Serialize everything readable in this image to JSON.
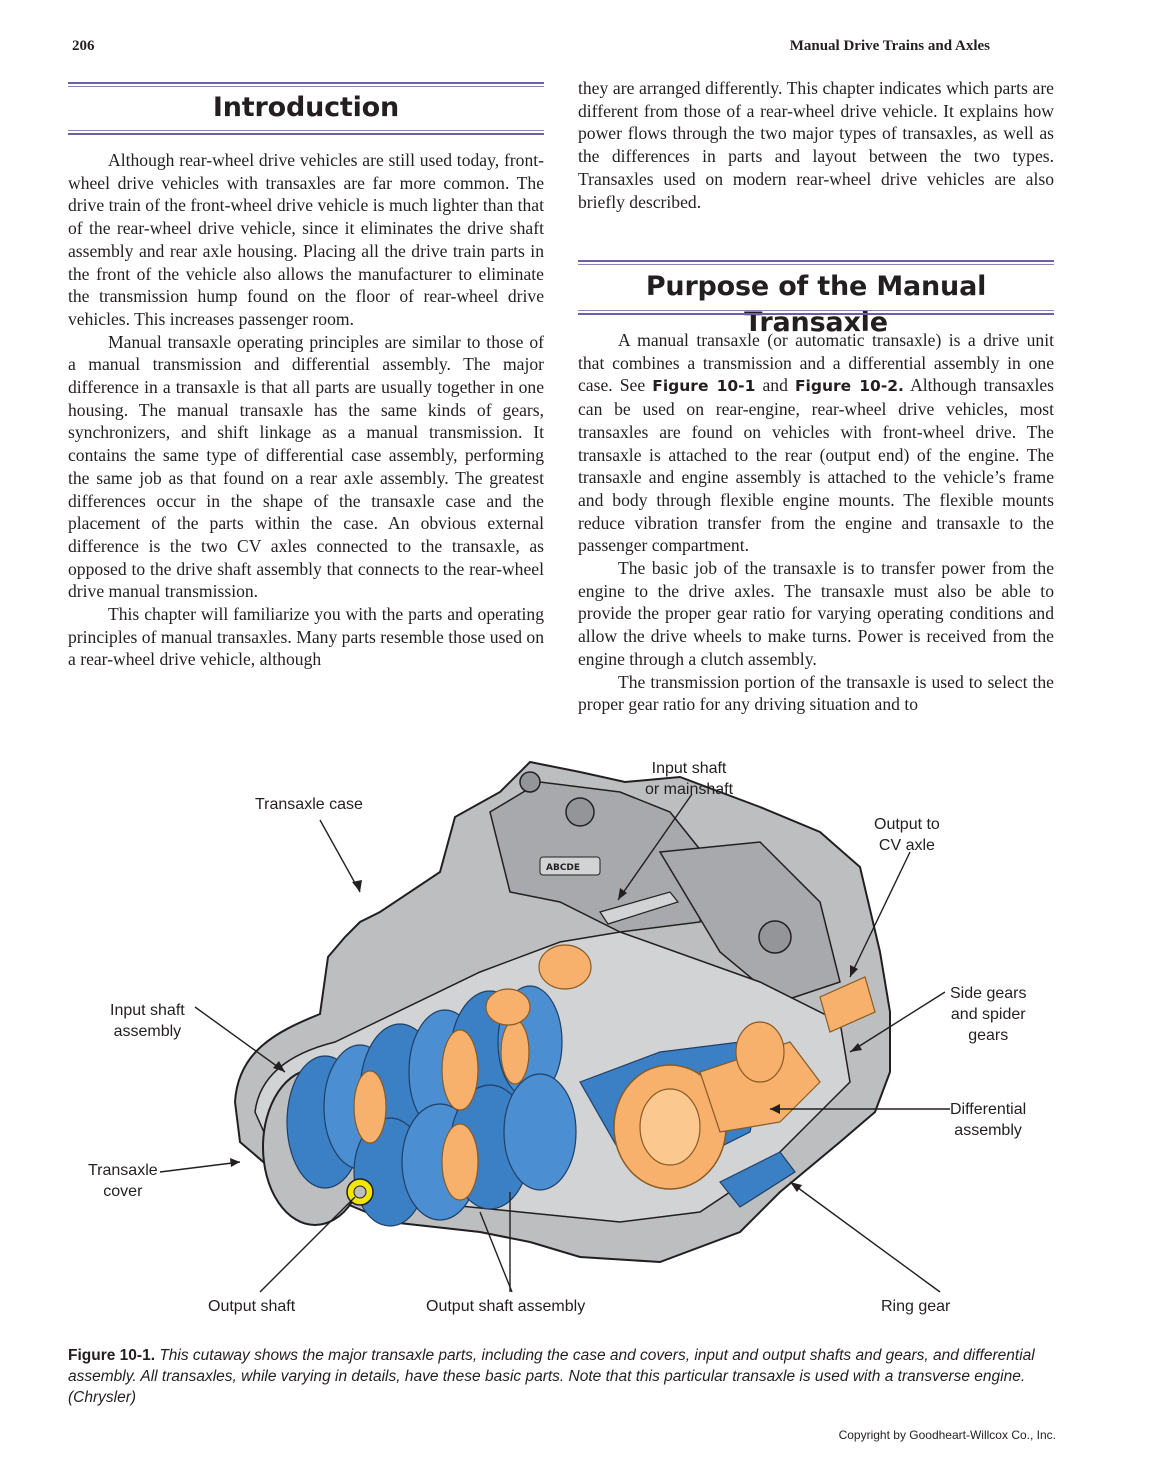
{
  "header": {
    "page_number": "206",
    "running_title": "Manual Drive Trains and Axles"
  },
  "left_column": {
    "heading": "Introduction",
    "paragraphs": [
      "Although rear-wheel drive vehicles are still used today, front-wheel drive vehicles with transaxles are far more common. The drive train of the front-wheel drive vehicle is much lighter than that of the rear-wheel drive vehicle, since it eliminates the drive shaft assembly and rear axle housing. Placing all the drive train parts in the front of the vehicle also allows the manufacturer to eliminate the transmission hump found on the floor of rear-wheel drive vehicles. This increases passenger room.",
      "Manual transaxle operating principles are similar to those of a manual transmission and differential assembly. The major difference in a transaxle is that all parts are usually together in one housing. The manual transaxle has the same kinds of gears, synchronizers, and shift linkage as a manual transmission. It contains the same type of differential case assembly, performing the same job as that found on a rear axle assembly. The greatest differences occur in the shape of the transaxle case and the placement of the parts within the case. An obvious external difference is the two CV axles connected to the transaxle, as opposed to the drive shaft assembly that connects to the rear-wheel drive manual transmission.",
      "This chapter will familiarize you with the parts and operating principles of manual transaxles. Many parts resemble those used on a rear-wheel drive vehicle, although"
    ]
  },
  "right_column": {
    "continuation": "they are arranged differently. This chapter indicates which parts are different from those of a rear-wheel drive vehicle. It explains how power flows through the two major types of transaxles, as well as the differences in parts and layout between the two types. Transaxles used on modern rear-wheel drive vehicles are also briefly described.",
    "heading": "Purpose of the Manual Transaxle",
    "p1_before": "A manual transaxle (or automatic transaxle) is a drive unit that combines a transmission and a differential assembly in one case. See ",
    "p1_fig1": "Figure 10-1",
    "p1_and": " and ",
    "p1_fig2": "Figure 10-2.",
    "p1_after": " Although transaxles can be used on rear-engine, rear-wheel drive vehicles, most transaxles are found on vehicles with front-wheel drive. The transaxle is attached to the rear (output end) of the engine. The transaxle and engine assembly is attached to the vehicle’s frame and body through flexible engine mounts. The flexible mounts reduce vibration transfer from the engine and transaxle to the passenger compartment.",
    "p2": "The basic job of the transaxle is to transfer power from the engine to the drive axles. The transaxle must also be able to provide the proper gear ratio for varying operating conditions and allow the drive wheels to make turns. Power is received from the engine through a clutch assembly.",
    "p3": "The transmission portion of the transaxle is used to select the proper gear ratio for any driving situation and to"
  },
  "figure": {
    "callouts": {
      "transaxle_case": "Transaxle case",
      "input_shaft_line1": "Input shaft",
      "input_shaft_line2": "or mainshaft",
      "output_cv_line1": "Output to",
      "output_cv_line2": "CV axle",
      "input_assembly_line1": "Input shaft",
      "input_assembly_line2": "assembly",
      "side_gears_line1": "Side gears",
      "side_gears_line2": "and spider",
      "side_gears_line3": "gears",
      "differential_line1": "Differential",
      "differential_line2": "assembly",
      "cover_line1": "Transaxle",
      "cover_line2": "cover",
      "output_shaft": "Output shaft",
      "output_shaft_assembly": "Output shaft assembly",
      "ring_gear": "Ring gear"
    },
    "case_stamp": "ABCDE",
    "colors": {
      "case": "#bcbec0",
      "gear_blue": "#3b7fc4",
      "bearing_orange": "#f7b16c",
      "highlight_yellow": "#f2e600"
    }
  },
  "caption": {
    "label": "Figure 10-1.",
    "text": "This cutaway shows the major transaxle parts, including the case and covers, input and output shafts and gears, and differential assembly. All transaxles, while varying in details, have these basic parts. Note that this particular transaxle is used with a transverse engine. (Chrysler)"
  },
  "copyright": "Copyright by Goodheart-Willcox Co., Inc."
}
